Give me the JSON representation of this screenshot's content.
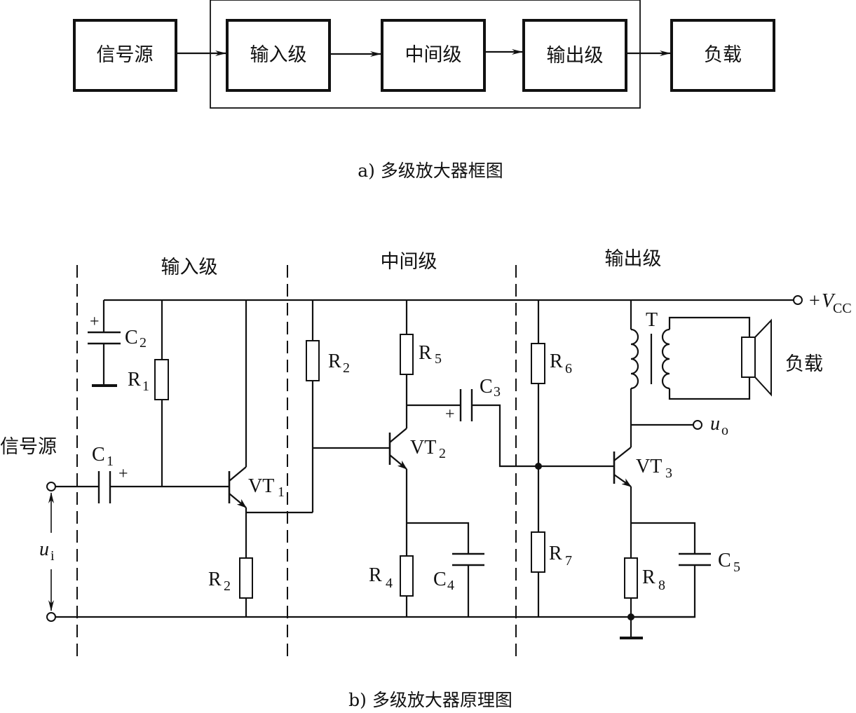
{
  "block_diagram": {
    "blocks": [
      "信号源",
      "输入级",
      "中间级",
      "输出级",
      "负载"
    ],
    "caption": "a) 多级放大器框图"
  },
  "schematic": {
    "stages": {
      "input": "输入级",
      "middle": "中间级",
      "output": "输出级"
    },
    "source_label": "信号源",
    "load_label": "负载",
    "supply": {
      "prefix": "+",
      "symbol": "V",
      "subscript": "CC"
    },
    "input_voltage": {
      "symbol": "u",
      "subscript": "i"
    },
    "output_voltage": {
      "symbol": "u",
      "subscript": "o"
    },
    "transformer_label": "T",
    "plus_sign": "+",
    "components": {
      "C1": {
        "letter": "C",
        "index": "1"
      },
      "C2": {
        "letter": "C",
        "index": "2"
      },
      "C3": {
        "letter": "C",
        "index": "3"
      },
      "C4": {
        "letter": "C",
        "index": "4"
      },
      "C5": {
        "letter": "C",
        "index": "5"
      },
      "R1": {
        "letter": "R",
        "index": "1"
      },
      "R2a": {
        "letter": "R",
        "index": "2"
      },
      "R2b": {
        "letter": "R",
        "index": "2"
      },
      "R4": {
        "letter": "R",
        "index": "4"
      },
      "R5": {
        "letter": "R",
        "index": "5"
      },
      "R6": {
        "letter": "R",
        "index": "6"
      },
      "R7": {
        "letter": "R",
        "index": "7"
      },
      "R8": {
        "letter": "R",
        "index": "8"
      },
      "VT1": {
        "letter": "VT",
        "index": "1"
      },
      "VT2": {
        "letter": "VT",
        "index": "2"
      },
      "VT3": {
        "letter": "VT",
        "index": "3"
      }
    },
    "caption": "b) 多级放大器原理图"
  }
}
